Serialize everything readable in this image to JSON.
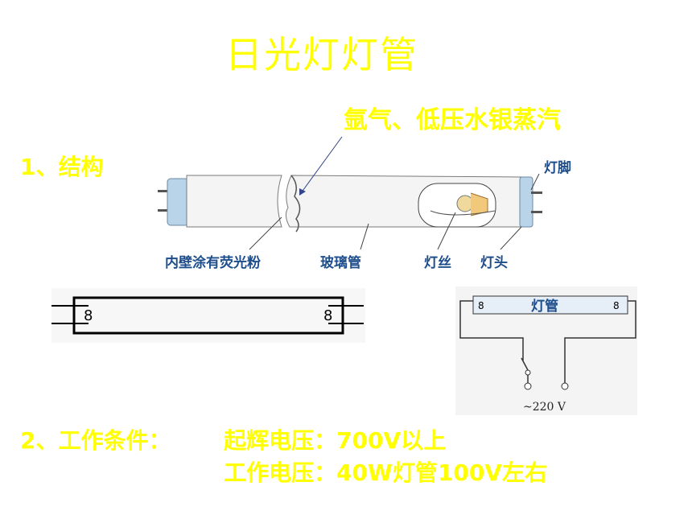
{
  "title": "日光灯灯管",
  "gas_label": "氩气、低压水银蒸汽",
  "section1": "1、结构",
  "diagram_labels": {
    "pin": "灯脚",
    "coating": "内壁涂有荧光粉",
    "glass": "玻璃管",
    "filament": "灯丝",
    "cap": "灯头"
  },
  "circuit": {
    "tube_label": "灯管",
    "voltage": "~220 V"
  },
  "section2": "2、工作条件：",
  "conditions": {
    "start": "起辉电压：700V以上",
    "work": "工作电压：40W灯管100V左右"
  },
  "colors": {
    "highlight": "#ffff00",
    "label_blue": "#1f4e8c"
  }
}
